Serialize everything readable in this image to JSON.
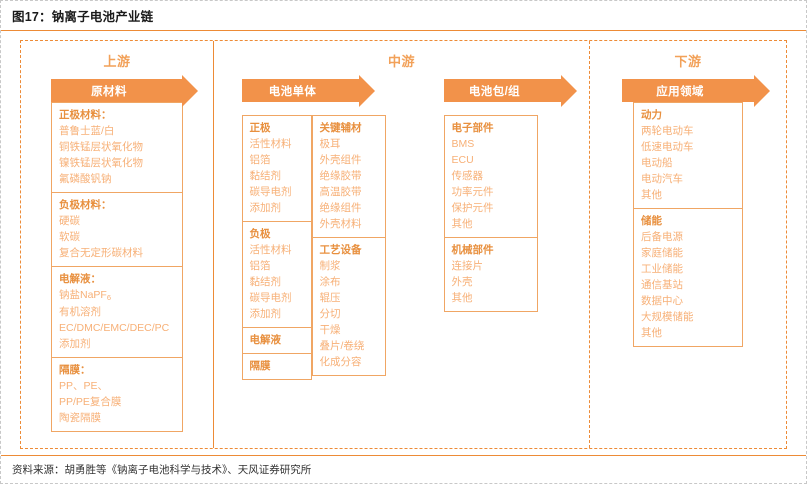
{
  "title": "图17：钠离子电池产业链",
  "source": "资料来源：胡勇胜等《钠离子电池科学与技术》、天风证券研究所",
  "colors": {
    "accent": "#ED8B36",
    "arrow_fill": "#F2924A",
    "head_text": "#E8903F",
    "item_text": "#F7B077",
    "box_border": "#F0A664"
  },
  "segments": {
    "upstream": {
      "title": "上游",
      "arrow_label": "原材料",
      "groups": [
        {
          "head": "正极材料：",
          "items": [
            "普鲁士蓝/白",
            "铜铁锰层状氧化物",
            "镍铁锰层状氧化物",
            "氟磷酸钒钠"
          ]
        },
        {
          "head": "负极材料：",
          "items": [
            "硬碳",
            "软碳",
            "复合无定形碳材料"
          ]
        },
        {
          "head": "电解液：",
          "items": [
            "钠盐NaPF6",
            "有机溶剂EC/DMC/EMC/DEC/PC",
            "添加剂"
          ]
        },
        {
          "head": "隔膜：",
          "items": [
            "PP、PE、",
            "PP/PE复合膜",
            "陶瓷隔膜"
          ]
        }
      ]
    },
    "midstream": {
      "title": "中游",
      "cell": {
        "arrow_label": "电池单体",
        "left_groups": [
          {
            "head": "正极",
            "items": [
              "活性材料",
              "铝箔",
              "黏结剂",
              "碳导电剂",
              "添加剂"
            ]
          },
          {
            "head": "负极",
            "items": [
              "活性材料",
              "铝箔",
              "黏结剂",
              "碳导电剂",
              "添加剂"
            ]
          },
          {
            "head": "电解液",
            "items": []
          },
          {
            "head": "隔膜",
            "items": []
          }
        ],
        "right_groups": [
          {
            "head": "关键辅材",
            "items": [
              "极耳",
              "外壳组件",
              "绝缘胶带",
              "高温胶带",
              "绝缘组件",
              "外壳材料"
            ]
          },
          {
            "head": "工艺设备",
            "items": [
              "制浆",
              "涂布",
              "辊压",
              "分切",
              "干燥",
              "叠片/卷绕",
              "化成分容"
            ]
          }
        ]
      },
      "pack": {
        "arrow_label": "电池包/组",
        "groups": [
          {
            "head": "电子部件",
            "items": [
              "BMS",
              "ECU",
              "传感器",
              "功率元件",
              "保护元件",
              "其他"
            ]
          },
          {
            "head": "机械部件",
            "items": [
              "连接片",
              "外壳",
              "其他"
            ]
          }
        ]
      }
    },
    "downstream": {
      "title": "下游",
      "arrow_label": "应用领域",
      "groups": [
        {
          "head": "动力",
          "items": [
            "两轮电动车",
            "低速电动车",
            "电动船",
            "电动汽车",
            "其他"
          ]
        },
        {
          "head": "储能",
          "items": [
            "后备电源",
            "家庭储能",
            "工业储能",
            "通信基站",
            "数据中心",
            "大规模储能",
            "其他"
          ]
        }
      ]
    }
  }
}
